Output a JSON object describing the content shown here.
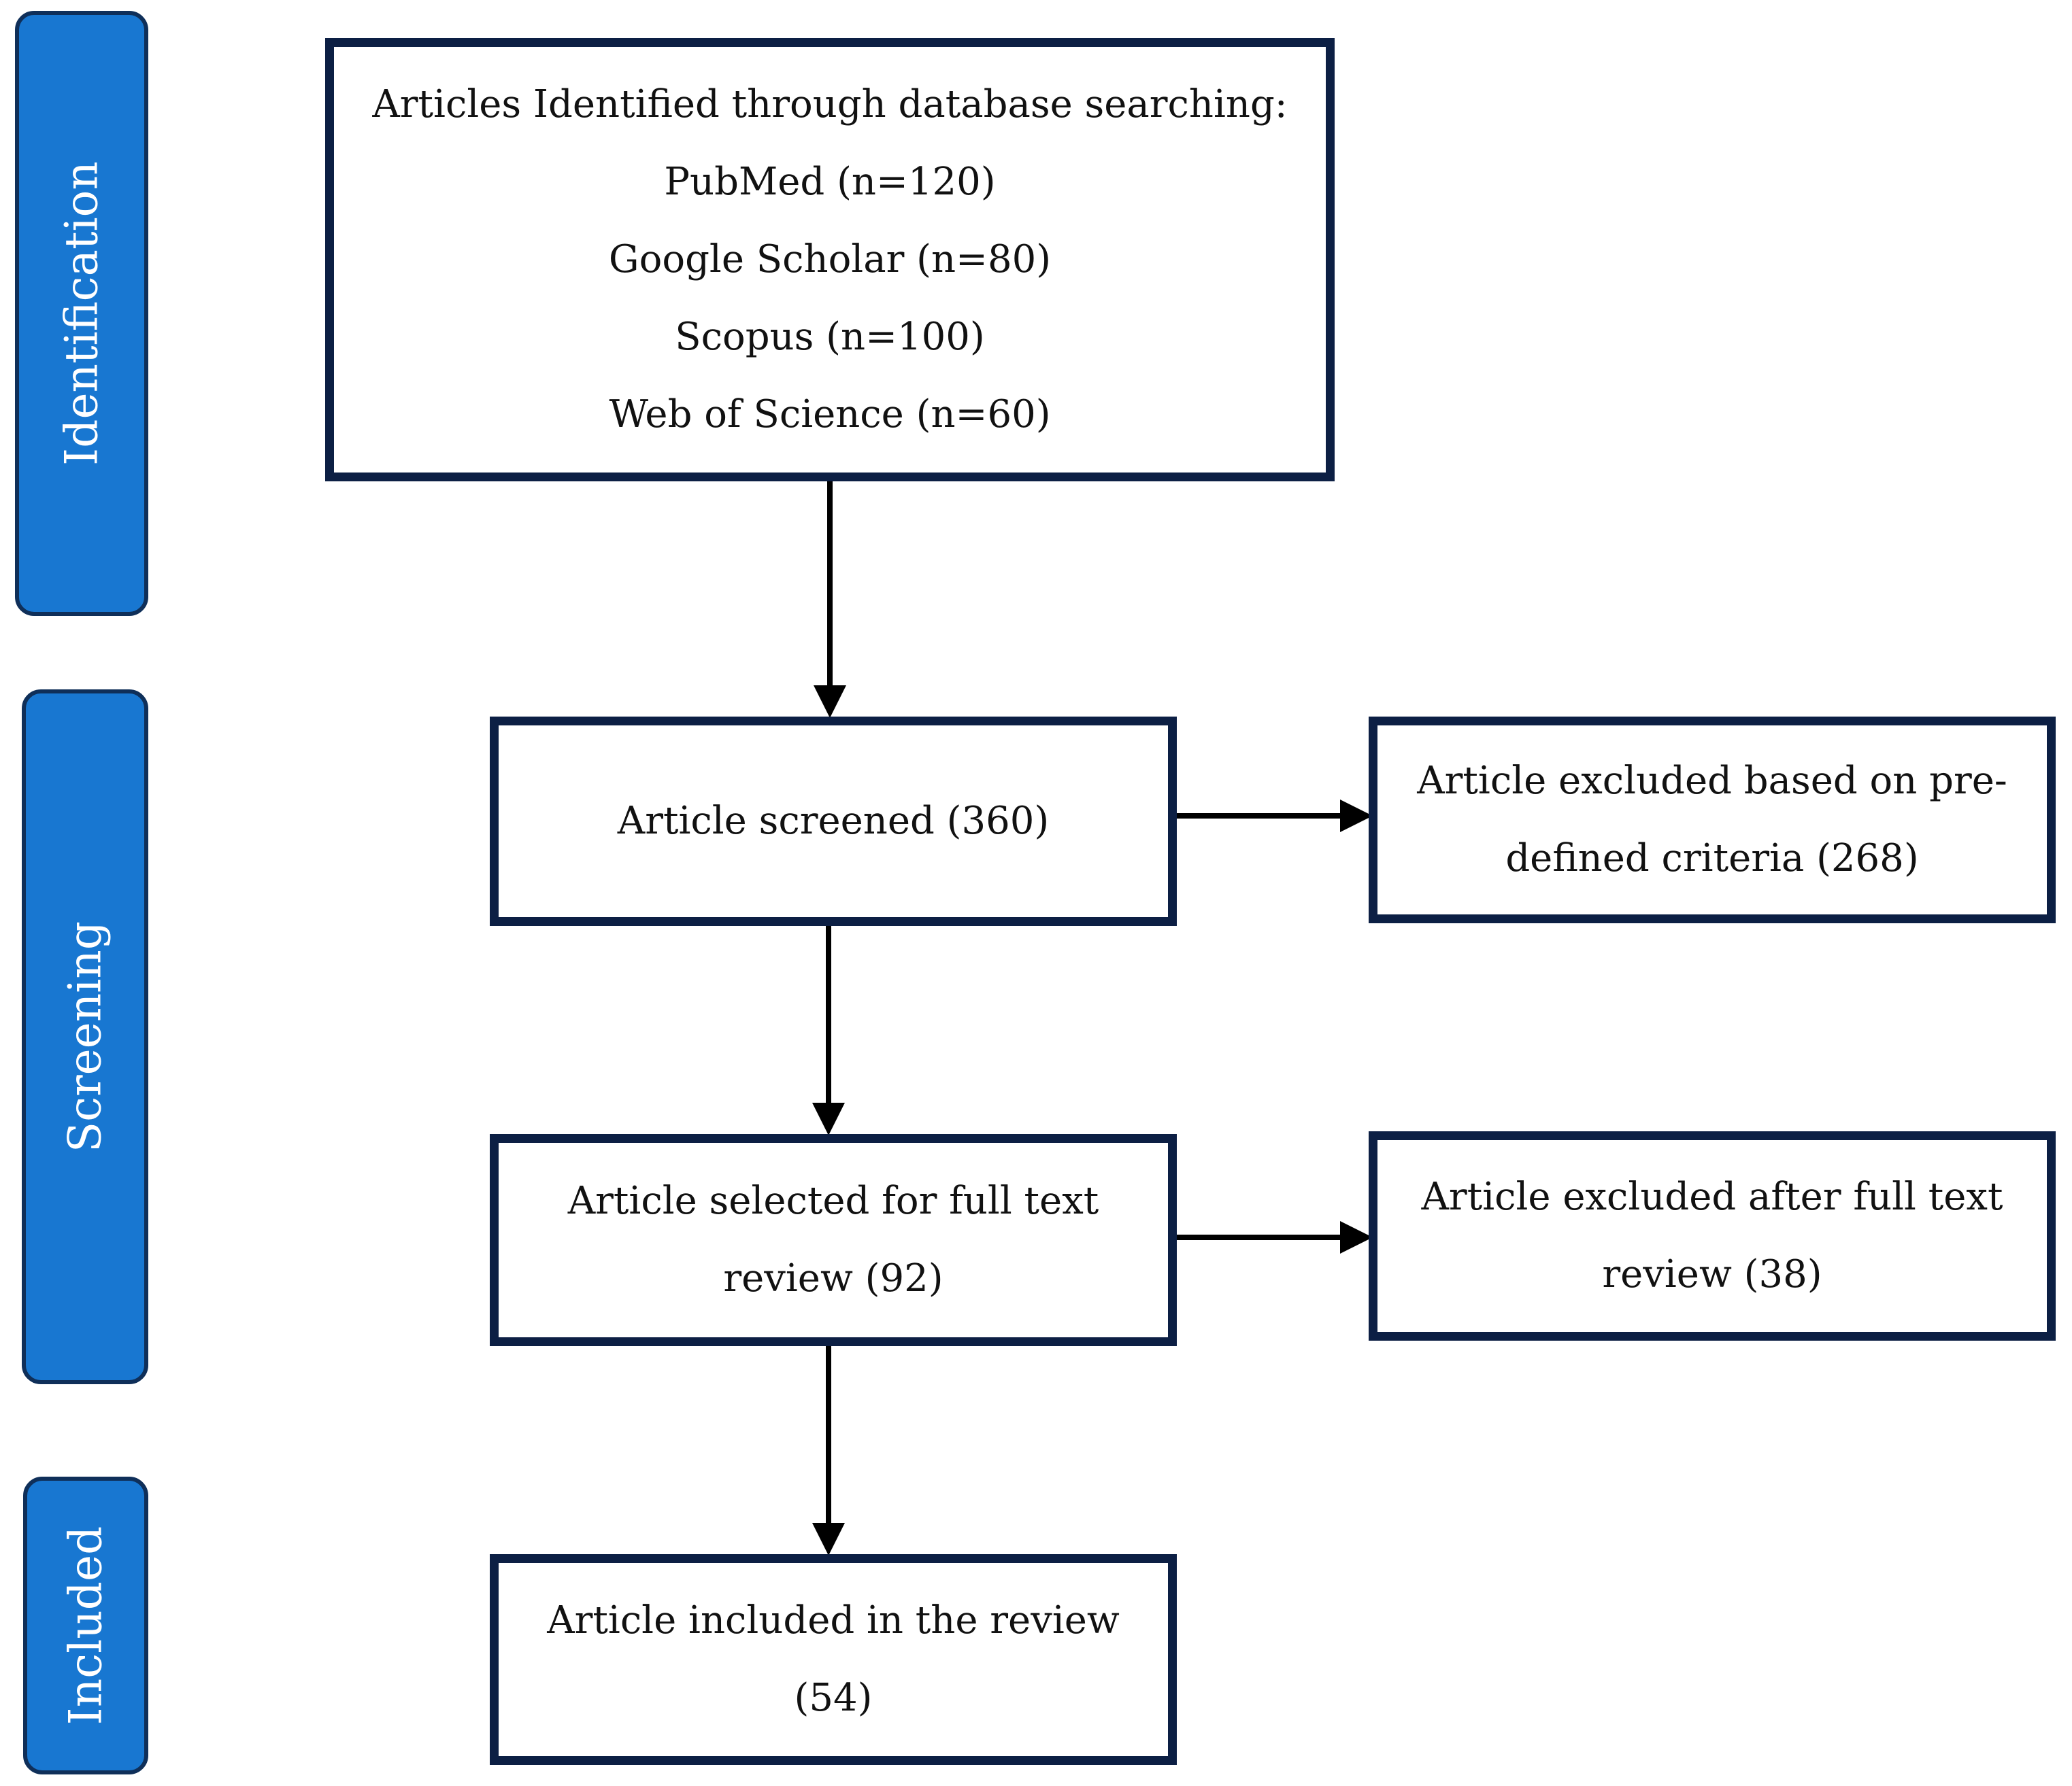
{
  "phases": {
    "identification": "Identification",
    "screening": "Screening",
    "included": "Included"
  },
  "boxes": {
    "identified": {
      "line1": "Articles Identified through database searching:",
      "line2": "PubMed (n=120)",
      "line3": "Google Scholar (n=80)",
      "line4": "Scopus (n=100)",
      "line5": "Web of Science (n=60)"
    },
    "screened": {
      "line1": "Article screened (360)"
    },
    "excluded_criteria": {
      "line1": "Article excluded based on pre-",
      "line2": "defined criteria (268)"
    },
    "selected_fulltext": {
      "line1": "Article selected for full text",
      "line2": "review (92)"
    },
    "excluded_fulltext": {
      "line1": "Article excluded after full text",
      "line2": "review (38)"
    },
    "included_review": {
      "line1": "Article included in the review",
      "line2": "(54)"
    }
  },
  "colors": {
    "phase_fill": "#1877d1",
    "phase_border": "#0f2f59",
    "box_border": "#0c1f44",
    "arrow": "#000000"
  }
}
